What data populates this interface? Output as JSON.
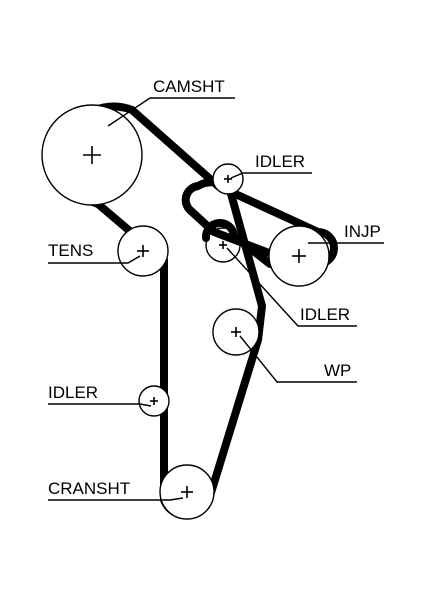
{
  "diagram": {
    "labels": {
      "camsht": "CAMSHT",
      "idler_top": "IDLER",
      "injp": "INJP",
      "tens": "TENS",
      "idler_mid": "IDLER",
      "wp": "WP",
      "idler_low": "IDLER",
      "cranksht": "CRANSHT"
    },
    "colors": {
      "belt": "#000000",
      "background": "#ffffff"
    }
  }
}
